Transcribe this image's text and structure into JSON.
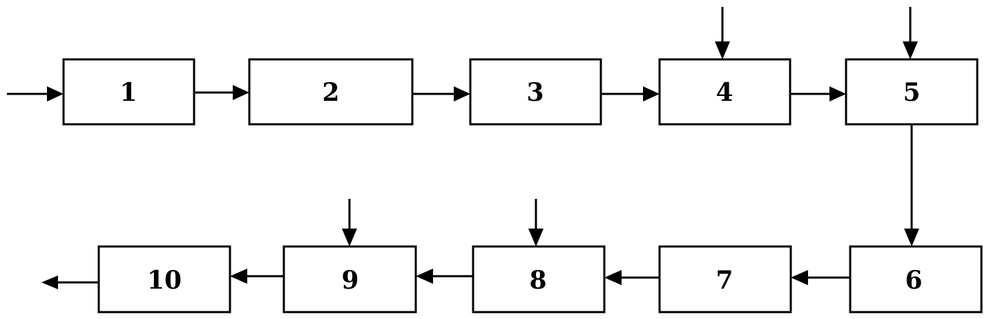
{
  "diagram": {
    "type": "process-flow",
    "stroke_color": "#000000",
    "background": "#ffffff",
    "blocks": [
      {
        "id": 1,
        "label": "1"
      },
      {
        "id": 2,
        "label": "2"
      },
      {
        "id": 3,
        "label": "3"
      },
      {
        "id": 4,
        "label": "4"
      },
      {
        "id": 5,
        "label": "5"
      },
      {
        "id": 6,
        "label": "6"
      },
      {
        "id": 7,
        "label": "7"
      },
      {
        "id": 8,
        "label": "8"
      },
      {
        "id": 9,
        "label": "9"
      },
      {
        "id": 10,
        "label": "10"
      }
    ],
    "connections": [
      {
        "from": 1,
        "to": 2
      },
      {
        "from": 2,
        "to": 3
      },
      {
        "from": 3,
        "to": 4
      },
      {
        "from": 4,
        "to": 5
      },
      {
        "from": 5,
        "to": 6
      },
      {
        "from": 6,
        "to": 7
      },
      {
        "from": 7,
        "to": 8
      },
      {
        "from": 8,
        "to": 9
      },
      {
        "from": 9,
        "to": 10
      }
    ],
    "external_inputs": [
      1,
      4,
      5,
      8,
      9
    ],
    "external_outputs": [
      10
    ]
  }
}
